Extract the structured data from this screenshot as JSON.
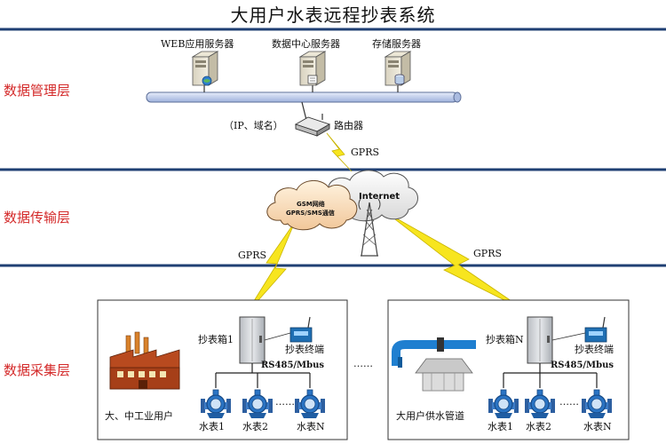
{
  "title": "大用户水表远程抄表系统",
  "layers": {
    "management": "数据管理层",
    "transmission": "数据传输层",
    "collection": "数据采集层"
  },
  "servers": {
    "web": "WEB应用服务器",
    "datacenter": "数据中心服务器",
    "storage": "存储服务器"
  },
  "router": {
    "label": "路由器",
    "address": "（IP、域名）"
  },
  "gprs": [
    "GPRS",
    "GPRS",
    "GPRS"
  ],
  "clouds": {
    "gsm_line1": "GSM网络",
    "gsm_line2": "GPRS/SMS通信",
    "internet": "Internet"
  },
  "left_site": {
    "box_label": "抄表箱1",
    "terminal": "抄表终端",
    "bus": "RS485/Mbus",
    "user": "大、中工业用户",
    "meters": [
      "水表1",
      "水表2",
      "水表N"
    ],
    "dots": "……"
  },
  "right_site": {
    "box_label": "抄表箱N",
    "terminal": "抄表终端",
    "bus": "RS485/Mbus",
    "user": "大用户供水管道",
    "meters": [
      "水表1",
      "水表2",
      "水表N"
    ],
    "dots": "……"
  },
  "between_dots": "……",
  "colors": {
    "layer_text": "#d42a2a",
    "divider": "#1f3f73",
    "bus_bar": "#b8c6e6",
    "lightning": "#f7e51f",
    "meter_blue": "#1f6fbf"
  }
}
